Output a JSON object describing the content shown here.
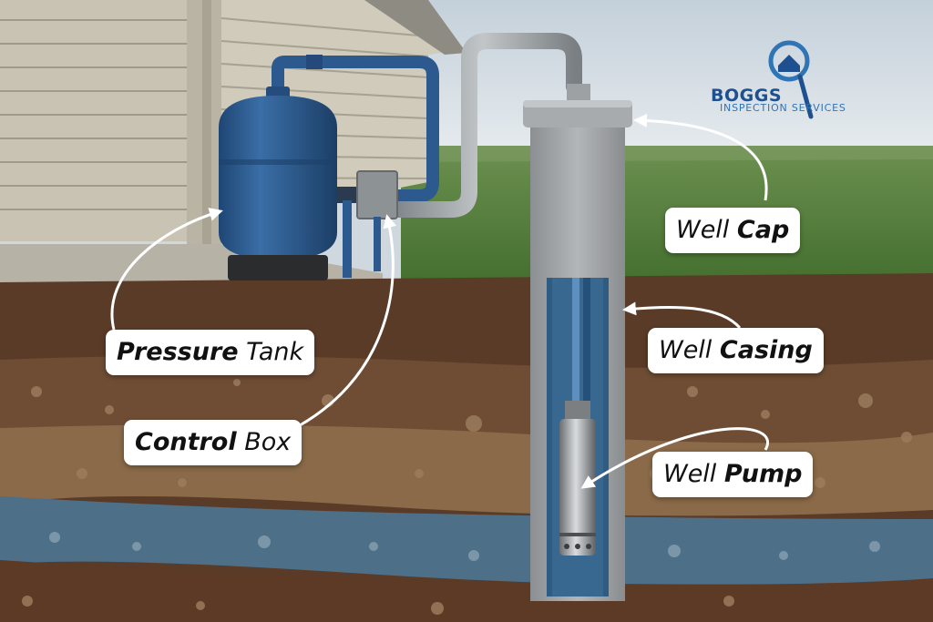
{
  "logo": {
    "name": "BOGGS",
    "subtitle": "INSPECTION SERVICES"
  },
  "labels": {
    "well_cap": {
      "prefix": "Well",
      "bold": "Cap"
    },
    "well_casing": {
      "prefix": "Well",
      "bold": "Casing"
    },
    "well_pump": {
      "prefix": "Well",
      "bold": "Pump"
    },
    "pressure_tank": {
      "bold": "Pressure",
      "suffix": "Tank"
    },
    "control_box": {
      "bold": "Control",
      "suffix": "Box"
    }
  },
  "colors": {
    "tank_blue": "#2e5f95",
    "soil_dark": "#5a3b27",
    "soil_light": "#8a6a48",
    "aquifer": "#4d6f88",
    "grass": "#4d7a35",
    "siding": "#c9c4b4",
    "sky": "#d8e1e8",
    "brand_blue": "#1e4f8f"
  }
}
